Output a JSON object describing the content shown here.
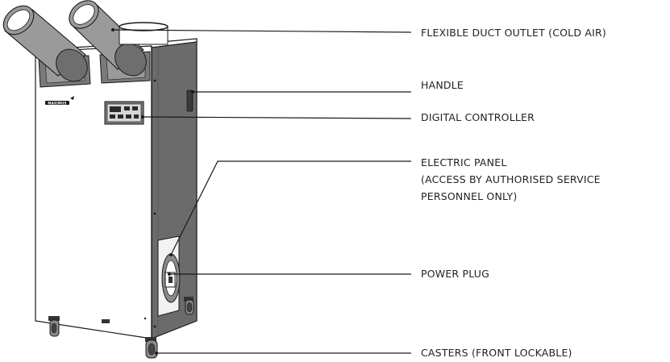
{
  "colors": {
    "outline": "#1a1a1a",
    "body_front": "#ffffff",
    "body_side": "#6b6b6b",
    "body_side_dark": "#585858",
    "duct": "#9a9a9a",
    "duct_dark": "#6e6e6e",
    "grille": "#7a7a7a",
    "leader_line": "#1a1a1a",
    "label_text": "#222222"
  },
  "product": {
    "brand": "MAXIMUS"
  },
  "callouts": [
    {
      "id": "flexible-duct-outlet",
      "lines": [
        "FLEXIBLE DUCT OUTLET (COLD AIR)"
      ]
    },
    {
      "id": "handle",
      "lines": [
        "HANDLE"
      ]
    },
    {
      "id": "digital-controller",
      "lines": [
        "DIGITAL CONTROLLER"
      ]
    },
    {
      "id": "electric-panel",
      "lines": [
        "ELECTRIC PANEL",
        "(ACCESS BY AUTHORISED SERVICE",
        "PERSONNEL ONLY)"
      ]
    },
    {
      "id": "power-plug",
      "lines": [
        "POWER PLUG"
      ]
    },
    {
      "id": "casters",
      "lines": [
        "CASTERS (FRONT LOCKABLE)"
      ]
    }
  ]
}
